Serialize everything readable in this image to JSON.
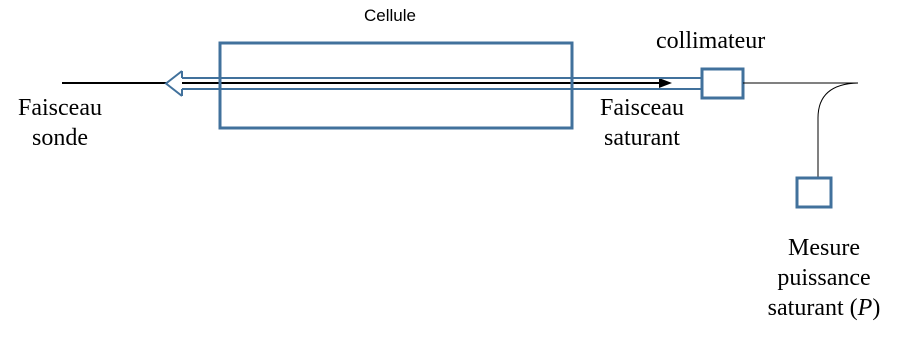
{
  "labels": {
    "cellule": "Cellule",
    "collimateur": "collimateur",
    "faisceau_sonde": [
      "Faisceau",
      "sonde"
    ],
    "faisceau_saturant": [
      "Faisceau",
      "saturant"
    ],
    "mesure": {
      "line1": "Mesure",
      "line2": "puissance",
      "line3_prefix": "saturant (",
      "line3_symbol": "P",
      "line3_suffix": ")"
    }
  },
  "colors": {
    "box_stroke": "#41719c",
    "beam_line": "#000000",
    "probe_beam_stroke": "#41719c"
  }
}
